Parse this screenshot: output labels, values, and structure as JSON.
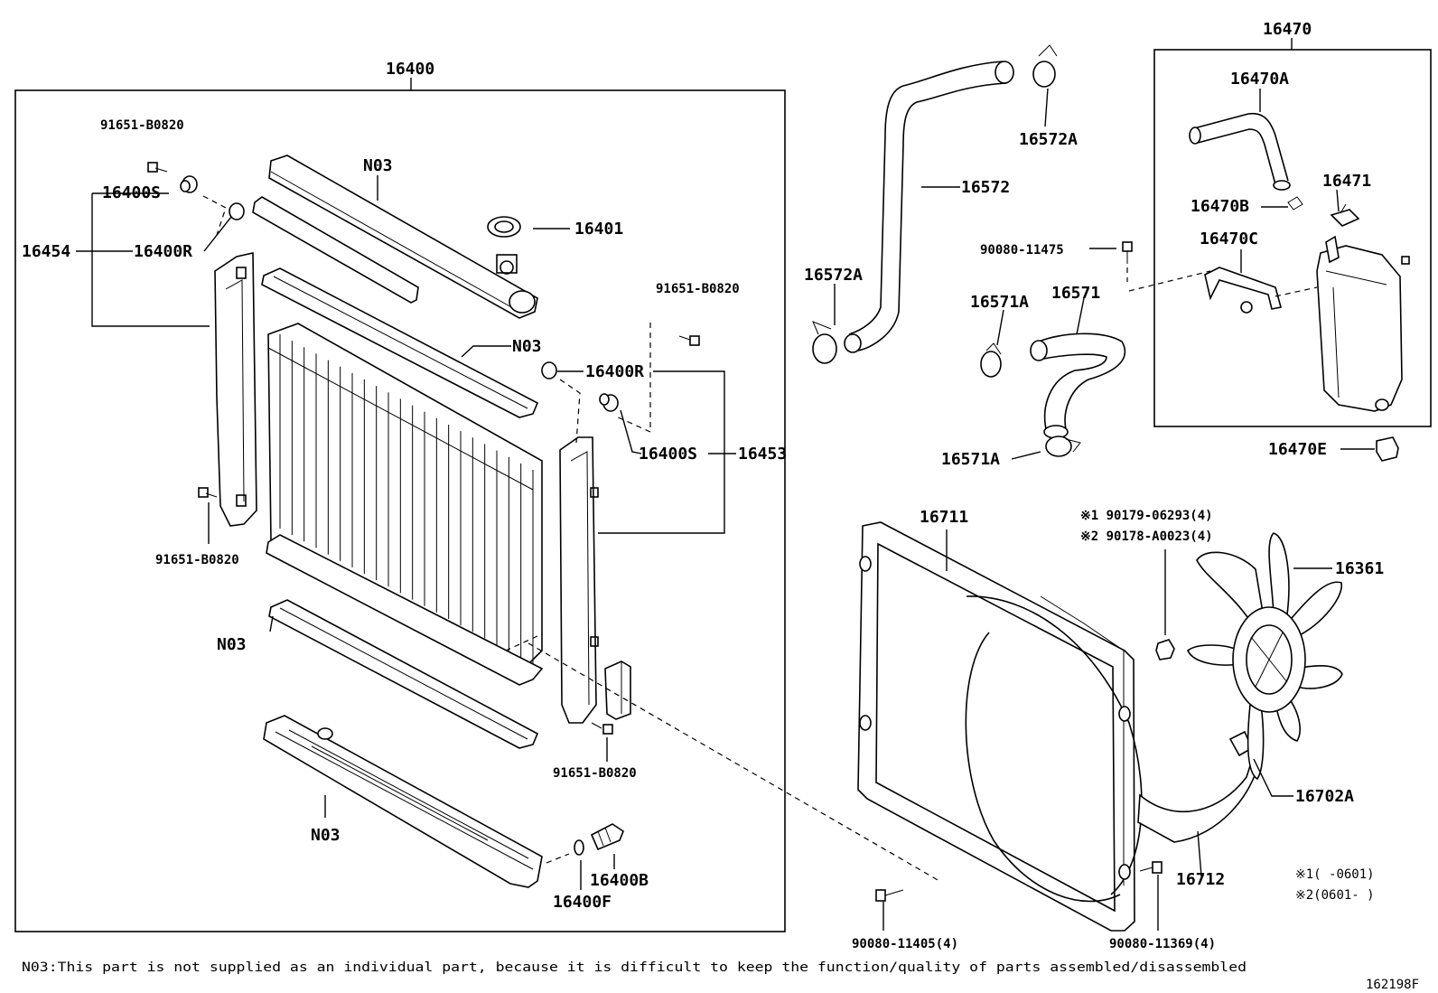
{
  "labels": {
    "l16400": "16400",
    "l91651_tl": "91651-B0820",
    "l16400S_l": "16400S",
    "l16454": "16454",
    "l16400R_l": "16400R",
    "l91651_bl": "91651-B0820",
    "lN03_top": "N03",
    "l16401": "16401",
    "lN03_mid": "N03",
    "l91651_tr": "91651-B0820",
    "l16400R_r": "16400R",
    "l16400S_r": "16400S",
    "l16453": "16453",
    "lN03_low": "N03",
    "lN03_bot": "N03",
    "l91651_br": "91651-B0820",
    "l16400B": "16400B",
    "l16400F": "16400F",
    "l16572A_top": "16572A",
    "l16572": "16572",
    "l16572A_left": "16572A",
    "l90080_11475": "90080-11475",
    "l16571A_top": "16571A",
    "l16571": "16571",
    "l16571A_bot": "16571A",
    "l16470": "16470",
    "l16470A": "16470A",
    "l16470B": "16470B",
    "l16471": "16471",
    "l16470C": "16470C",
    "l16470E": "16470E",
    "l16711": "16711",
    "l90179": "※1 90179-06293(4)",
    "l90178": "※2 90178-A0023(4)",
    "l16361": "16361",
    "l16702A": "16702A",
    "l16712": "16712",
    "l90080_11405": "90080-11405(4)",
    "l90080_11369": "90080-11369(4)",
    "note1": "※1(     -0601)",
    "note2": "※2(0601-     )"
  },
  "footnote": "N03:This part is not supplied as an individual part, because it is difficult to keep the function/quality of parts assembled/disassembled",
  "figure_id": "162198F"
}
